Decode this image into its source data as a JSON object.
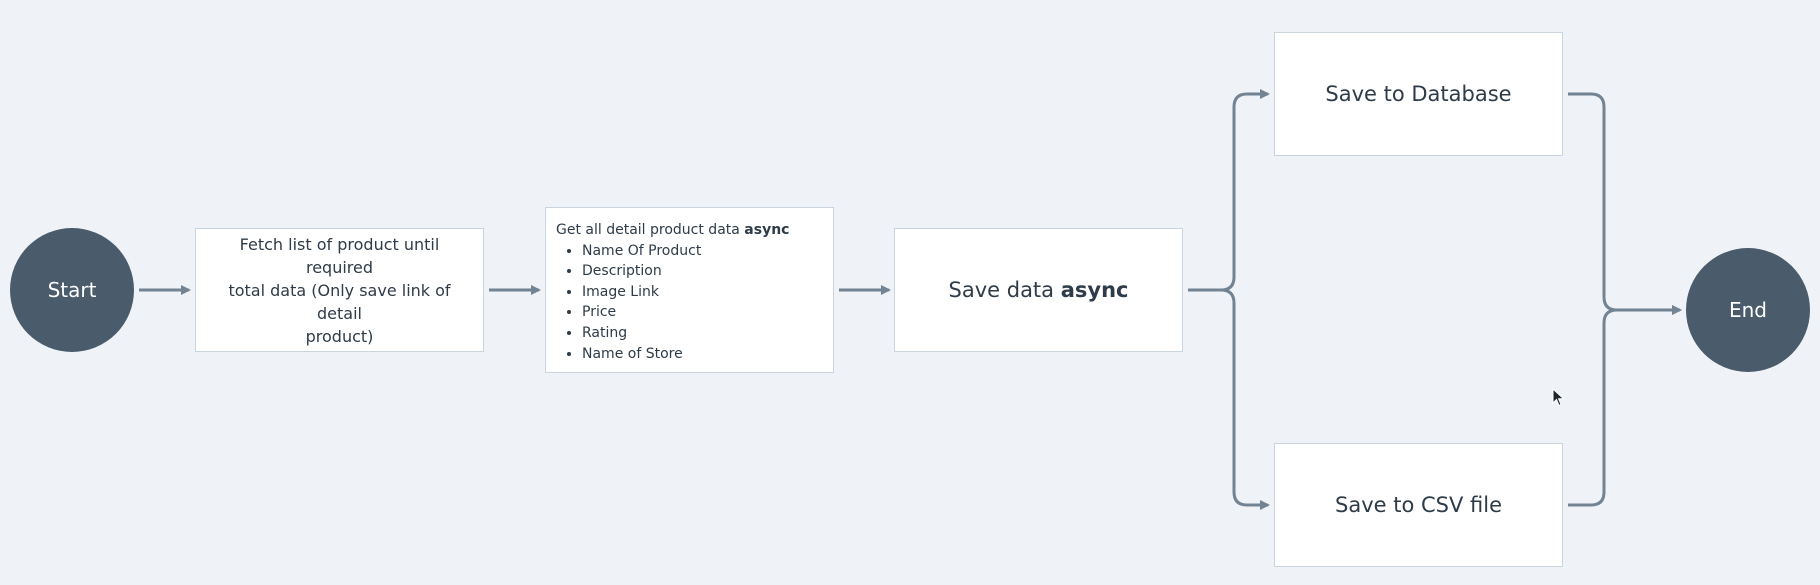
{
  "nodes": {
    "start": {
      "label": "Start"
    },
    "fetch": {
      "lines": [
        "Fetch list of product until required",
        "total data (Only save link of detail",
        "product)"
      ]
    },
    "detail": {
      "title_prefix": "Get all detail product data ",
      "title_bold": "async",
      "items": [
        "Name Of Product",
        "Description",
        "Image Link",
        "Price",
        "Rating",
        "Name of Store"
      ]
    },
    "save_async": {
      "prefix": "Save data ",
      "bold": "async"
    },
    "save_db": {
      "label": "Save to Database"
    },
    "save_csv": {
      "label": "Save to CSV file"
    },
    "end": {
      "label": "End"
    }
  },
  "colors": {
    "background": "#eff3f7",
    "node_fill": "#4a5b6c",
    "box_border": "#c9d4de",
    "connector": "#728394",
    "text": "#2e3b48"
  }
}
